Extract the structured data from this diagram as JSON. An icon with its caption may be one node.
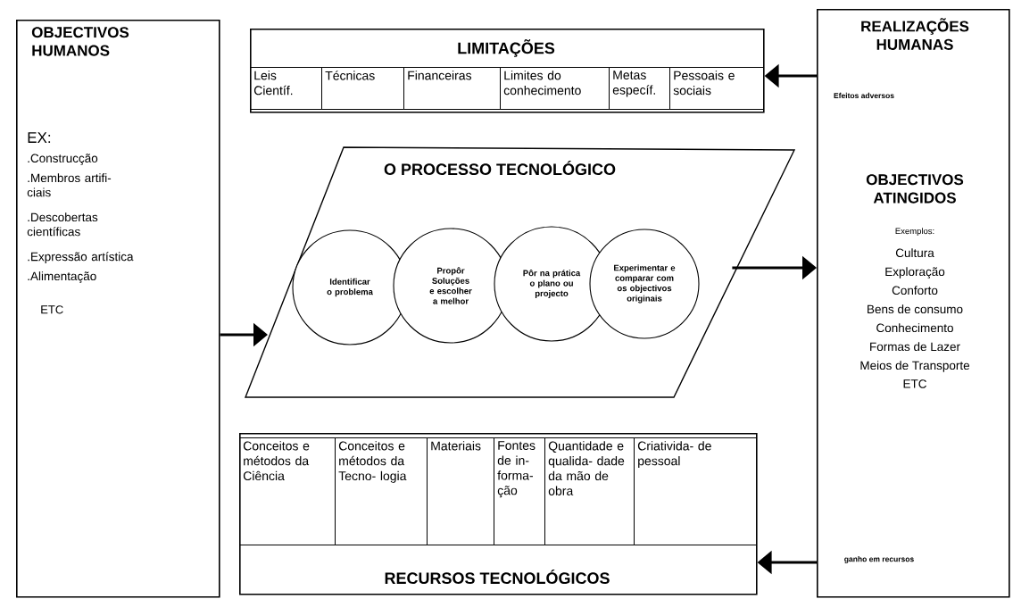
{
  "diagram": {
    "nodes": [
      {
        "text": [
          "OBJECTIVOS HUMANOS",
          "EX:",
          ".Construcção",
          ".Membros artifi- ciais",
          ".Descobertas científicas",
          ".Expressão artística",
          ".Alimentação",
          "ETC"
        ]
      },
      {
        "text": [
          "LIMITAÇÕES"
        ]
      },
      {
        "text": [
          "Leis Científ."
        ],
        "in": 1
      },
      {
        "text": [
          "Técnicas"
        ],
        "in": 1
      },
      {
        "text": [
          "Financeiras"
        ],
        "in": 1
      },
      {
        "text": [
          "Limites do conhecimento"
        ],
        "in": 1
      },
      {
        "text": [
          "Metas específ."
        ],
        "in": 1
      },
      {
        "text": [
          "Pessoais e sociais"
        ],
        "in": 1
      },
      {
        "text": [
          "O PROCESSO TECNOLÓGICO"
        ]
      },
      {
        "text": [
          "Identificar o problema"
        ],
        "in": 8
      },
      {
        "text": [
          "Propôr Soluções e escolher a melhor"
        ],
        "in": 8
      },
      {
        "text": [
          "Pôr na prática o plano ou projecto"
        ],
        "in": 8
      },
      {
        "text": [
          "Experimentar e comparar com os objectivos originais"
        ],
        "in": 8
      },
      {
        "text": [
          "RECURSOS TECNOLÓGICOS"
        ]
      },
      {
        "text": [
          "Conceitos e métodos da Ciência"
        ],
        "in": 13
      },
      {
        "text": [
          "Conceitos e métodos da Tecno- logia"
        ],
        "in": 13
      },
      {
        "text": [
          "Materiais"
        ],
        "in": 13
      },
      {
        "text": [
          "Fontes de in- forma- ção"
        ],
        "in": 13
      },
      {
        "text": [
          "Quantidade e qualida- dade da mão de obra"
        ],
        "in": 13
      },
      {
        "text": [
          "Criativida- de pessoal"
        ],
        "in": 13
      },
      {
        "text": [
          "REALIZAÇÕES HUMANAS",
          "OBJECTIVOS ATINGIDOS",
          "Exemplos:",
          "Cultura",
          "Exploração",
          "Conforto",
          "Bens de consumo",
          "Conhecimento",
          "Formas de Lazer",
          "Meios de Transporte",
          "ETC"
        ]
      }
    ],
    "edges": [
      {
        "from": 0,
        "to": 8,
        "arrow": "to"
      },
      {
        "from": 8,
        "to": 20,
        "arrow": "to"
      },
      {
        "from": 20,
        "to": 1,
        "arrow": "to",
        "label": "Efeitos adversos"
      },
      {
        "from": 20,
        "to": 13,
        "arrow": "to",
        "label": "ganho em recursos"
      }
    ]
  }
}
